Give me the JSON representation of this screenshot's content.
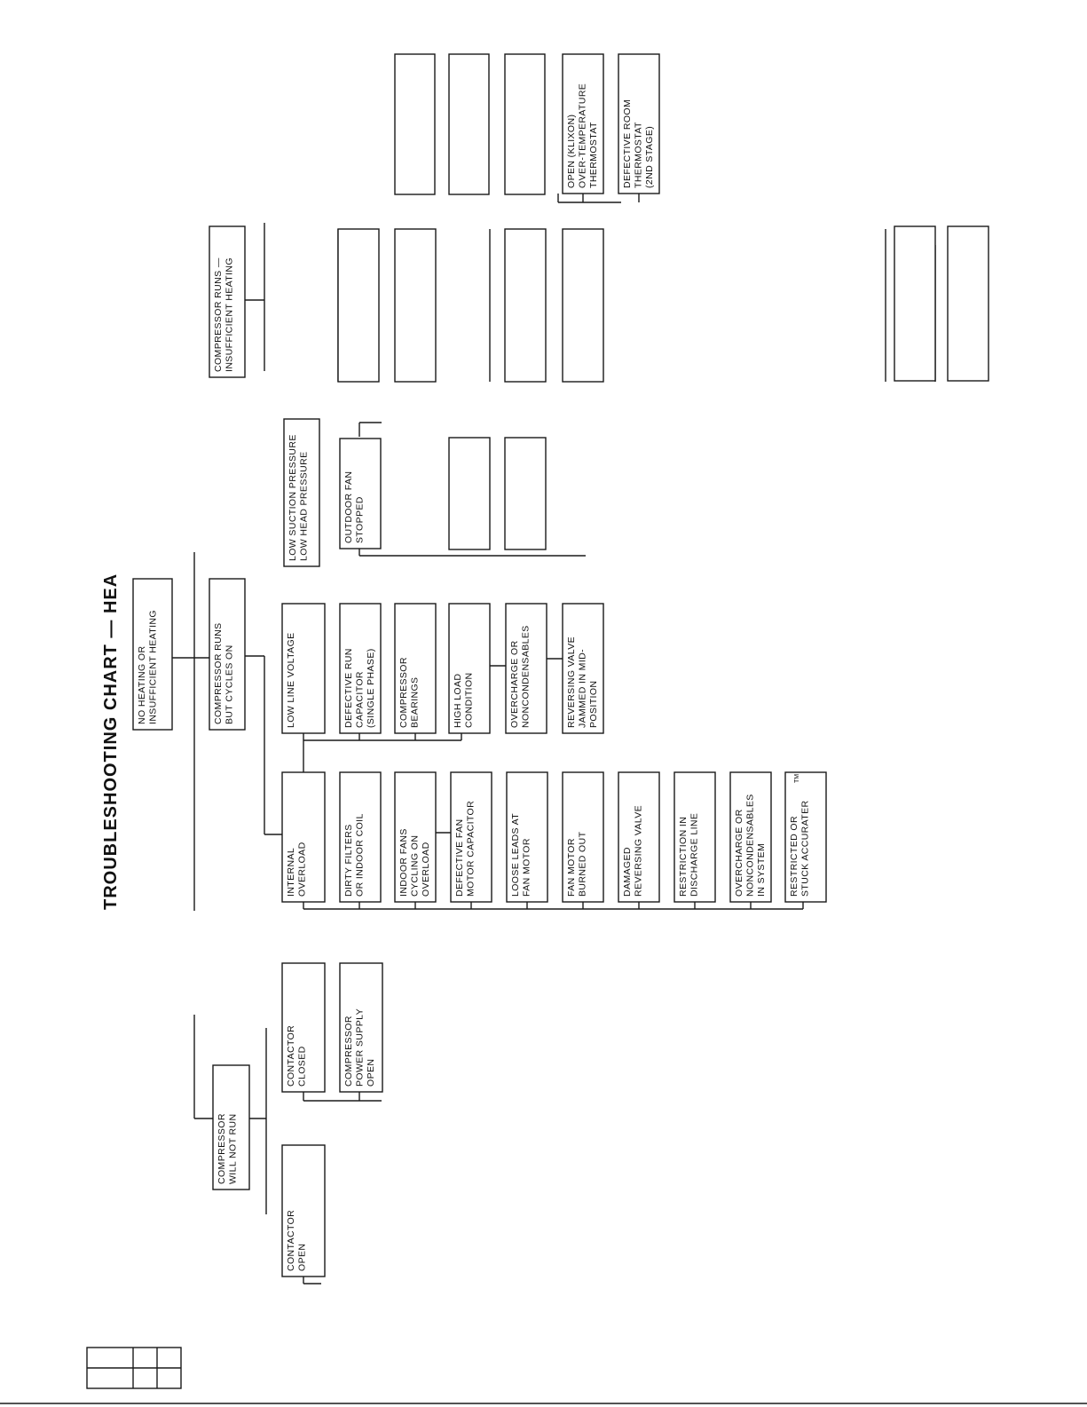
{
  "title": "TROUBLESHOOTING CHART — HEA",
  "nodes": {
    "root": [
      "NO HEATING OR",
      "INSUFFICIENT HEATING"
    ],
    "runs_cycles": [
      "COMPRESSOR RUNS",
      "BUT CYCLES ON"
    ],
    "will_not_run": [
      "COMPRESSOR",
      "WILL NOT RUN"
    ],
    "runs_insufficient": [
      "COMPRESSOR RUNS —",
      "INSUFFICIENT HEATING"
    ],
    "contactor_open": [
      "CONTACTOR",
      "OPEN"
    ],
    "contactor_closed": [
      "CONTACTOR",
      "CLOSED"
    ],
    "power_supply_open": [
      "COMPRESSOR",
      "POWER SUPPLY",
      "OPEN"
    ],
    "internal_overload": [
      "INTERNAL",
      "OVERLOAD"
    ],
    "low_line_voltage": [
      "LOW LINE VOLTAGE"
    ],
    "dirty_filters": [
      "DIRTY FILTERS",
      "OR INDOOR COIL"
    ],
    "defective_run_cap": [
      "DEFECTIVE RUN",
      "CAPACITOR",
      "(SINGLE PHASE)"
    ],
    "indoor_fans_cycling": [
      "INDOOR FANS",
      "CYCLING ON",
      "OVERLOAD"
    ],
    "compressor_bearings": [
      "COMPRESSOR",
      "BEARINGS"
    ],
    "defective_fan_cap": [
      "DEFECTIVE FAN",
      "MOTOR CAPACITOR"
    ],
    "high_load": [
      "HIGH LOAD",
      "CONDITION"
    ],
    "loose_leads": [
      "LOOSE LEADS AT",
      "FAN MOTOR"
    ],
    "overcharge_1": [
      "OVERCHARGE OR",
      "NONCONDENSABLES"
    ],
    "fan_motor_burned": [
      "FAN MOTOR",
      "BURNED OUT"
    ],
    "reversing_valve_jammed": [
      "REVERSING VALVE",
      "JAMMED IN MID-",
      "POSITION"
    ],
    "damaged_reversing_valve": [
      "DAMAGED",
      "REVERSING VALVE"
    ],
    "restriction_discharge": [
      "RESTRICTION IN",
      "DISCHARGE LINE"
    ],
    "overcharge_system": [
      "OVERCHARGE OR",
      "NONCONDENSABLES",
      "IN SYSTEM"
    ],
    "restricted_accurater": [
      "RESTRICTED OR",
      "STUCK ACCURATER"
    ],
    "low_pressures": [
      "LOW SUCTION PRESSURE",
      "LOW HEAD PRESSURE"
    ],
    "outdoor_fan_stopped": [
      "OUTDOOR FAN",
      "STOPPED"
    ],
    "open_klixon": [
      "OPEN (KLIXON)",
      "OVER-TEMPERATURE",
      "THERMOSTAT"
    ],
    "defective_room_thermostat": [
      "DEFECTIVE ROOM",
      "THERMOSTAT",
      "(2ND STAGE)"
    ]
  },
  "trademark_mark": "TM"
}
